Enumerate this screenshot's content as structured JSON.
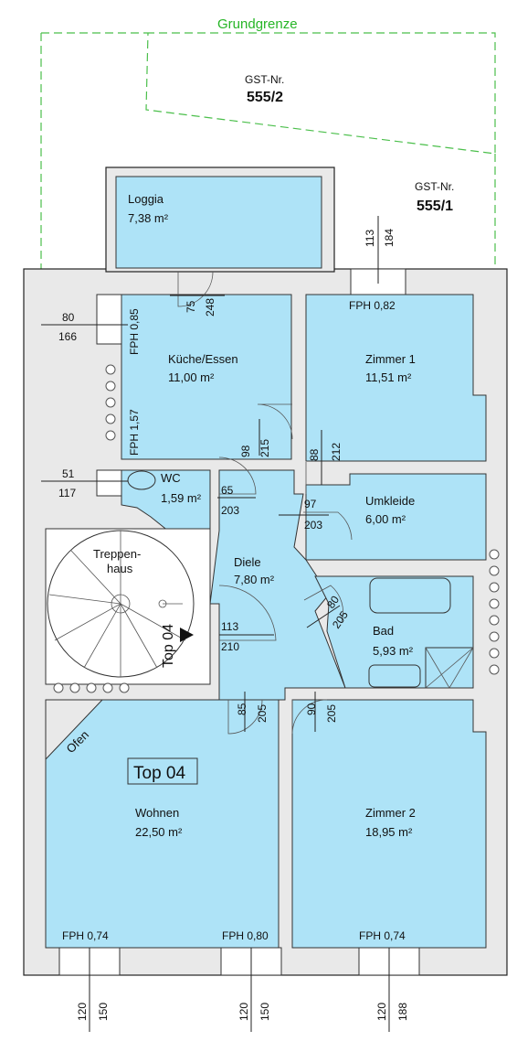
{
  "boundary": {
    "label": "Grundgrenze"
  },
  "parcels": [
    {
      "prefix": "GST-Nr.",
      "number": "555/2"
    },
    {
      "prefix": "GST-Nr.",
      "number": "555/1"
    }
  ],
  "unit": {
    "label": "Top 04",
    "stair_label": "Top 04"
  },
  "rooms": {
    "loggia": {
      "name": "Loggia",
      "area": "7,38 m²"
    },
    "kueche": {
      "name": "Küche/Essen",
      "area": "11,00 m²"
    },
    "zimmer1": {
      "name": "Zimmer 1",
      "area": "11,51 m²"
    },
    "wc": {
      "name": "WC",
      "area": "1,59 m²"
    },
    "umkleide": {
      "name": "Umkleide",
      "area": "6,00 m²"
    },
    "diele": {
      "name": "Diele",
      "area": "7,80 m²"
    },
    "bad": {
      "name": "Bad",
      "area": "5,93 m²"
    },
    "wohnen": {
      "name": "Wohnen",
      "area": "22,50 m²"
    },
    "zimmer2": {
      "name": "Zimmer 2",
      "area": "18,95 m²"
    },
    "treppe": {
      "name_1": "Treppen-",
      "name_2": "haus"
    },
    "ofen": {
      "name": "Ofen"
    }
  },
  "sill_heights": {
    "kueche_window1": "FPH 0,85",
    "kueche_window2": "FPH 1,57",
    "zimmer1": "FPH 0,82",
    "wohnen_left": "FPH 0,74",
    "wohnen_right": "FPH 0,80",
    "zimmer2": "FPH 0,74"
  },
  "dimensions": {
    "zimmer1_window": [
      "113",
      "184"
    ],
    "kueche_window_width": "80",
    "kueche_window_height": "166",
    "wc_window_width": "51",
    "wc_window_height": "117",
    "loggia_door": [
      "75",
      "248"
    ],
    "kueche_door": [
      "98",
      "215"
    ],
    "zimmer1_door": [
      "88",
      "212"
    ],
    "wc_door": [
      "65",
      "203"
    ],
    "umkleide_door": [
      "97",
      "203"
    ],
    "bad_door": [
      "80",
      "205"
    ],
    "entry_door": [
      "113",
      "210"
    ],
    "wohnen_door": [
      "85",
      "205"
    ],
    "zimmer2_door": [
      "90",
      "205"
    ],
    "bottom_window_1": [
      "120",
      "150"
    ],
    "bottom_window_2": [
      "120",
      "150"
    ],
    "bottom_window_3": [
      "120",
      "188"
    ]
  }
}
